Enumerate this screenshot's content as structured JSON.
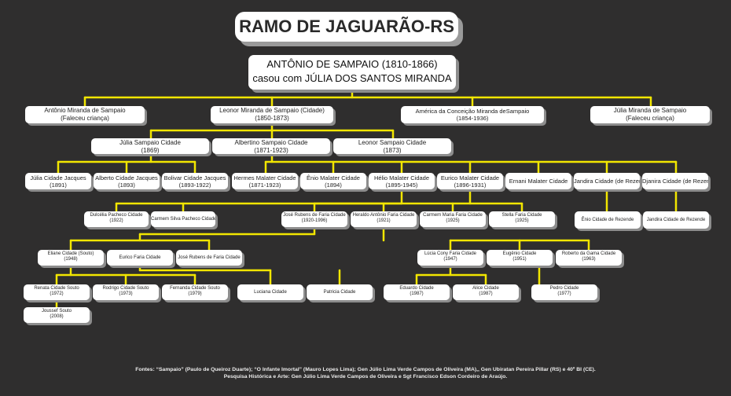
{
  "title": "RAMO DE JAGUARÃO-RS",
  "root": {
    "line1": "ANTÔNIO DE SAMPAIO (1810-1866)",
    "line2": "casou com JÚLIA DOS SANTOS MIRANDA"
  },
  "persons": {
    "antonio_miranda": {
      "name": "Antônio Miranda de Sampaio",
      "note": "(Faleceu criança)"
    },
    "leonor_miranda": {
      "name": "Leonor Miranda de Sampaio (Cidade)",
      "note": "(1850-1873)"
    },
    "america": {
      "name": "América da Conceição Miranda deSampaio",
      "note": "(1854-1936)"
    },
    "julia_miranda": {
      "name": "Júlia Miranda de Sampaio",
      "note": "(Faleceu criança)"
    },
    "julia_sampaio_cidade": {
      "name": "Júlia Sampaio Cidade",
      "note": "(1869)"
    },
    "albertino": {
      "name": "Albertino Sampaio Cidade",
      "note": "(1871-1923)"
    },
    "leonor_sampaio_cidade": {
      "name": "Leonor Sampaio Cidade",
      "note": "(1873)"
    },
    "julia_cidade_jacques": {
      "name": "Júlia Cidade Jacques",
      "note": "(1891)"
    },
    "alberto": {
      "name": "Alberto Cidade Jacques",
      "note": "(1893)"
    },
    "bolivar": {
      "name": "Bolivar Cidade Jacques",
      "note": "(1893-1922)"
    },
    "hermes": {
      "name": "Hermes Malater Cidade",
      "note": "(1871-1923)"
    },
    "enio_malater": {
      "name": "Ênio Malater Cidade",
      "note": "(1894)"
    },
    "helio": {
      "name": "Hélio Malater Cidade",
      "note": "(1895-1945)"
    },
    "eurico_malater": {
      "name": "Eurico Malater Cidade",
      "note": "(1896-1931)"
    },
    "ernani": {
      "name": "Ernani Malater Cidade",
      "note": ""
    },
    "jandira_rezende": {
      "name": "Jandira Cidade (de Rezende)",
      "note": ""
    },
    "djanira": {
      "name": "Djanira Cidade (de Rezende)",
      "note": ""
    },
    "dulcelia": {
      "name": "Dulcélia Pacheco Cidade",
      "note": "(1922)"
    },
    "carmem_silva": {
      "name": "Carmem Silva Pacheco Cidade (Furtado)",
      "note": ""
    },
    "jose_rubens_faria": {
      "name": "José Rubens de Faria Cidade",
      "note": "(1920-1996)"
    },
    "heraldo": {
      "name": "Heraldo Antônio Faria Cidade",
      "note": "(1921)"
    },
    "carmem_maria": {
      "name": "Carmem Maria Faria Cidade",
      "note": "(1925)"
    },
    "stella": {
      "name": "Stella Faria Cidade",
      "note": "(1925)"
    },
    "enio_rezende": {
      "name": "Ênio Cidade de Rezende",
      "note": ""
    },
    "jandira_cidade_rezende": {
      "name": "Jandira Cidade de Rezende",
      "note": ""
    },
    "eliane": {
      "name": "Eliane Cidade (Souto)",
      "note": "(1948)"
    },
    "eurico_faria": {
      "name": "Eurico Faria Cidade",
      "note": ""
    },
    "jose_rubens_faria_2": {
      "name": "José Rubens de Faria Cidade",
      "note": ""
    },
    "lucia": {
      "name": "Lúcia Cony Faria Cidade",
      "note": "(1947)"
    },
    "eugenio": {
      "name": "Eugênio Cidade",
      "note": "(1951)"
    },
    "roberto": {
      "name": "Roberto da Gama Cidade",
      "note": "(1963)"
    },
    "renata": {
      "name": "Renata Cidade Souto",
      "note": "(1972)"
    },
    "rodrigo": {
      "name": "Rodrigo  Cidade Souto",
      "note": "(1973)"
    },
    "fernanda": {
      "name": "Fernanda Cidade Souto",
      "note": "(1979)"
    },
    "luciana": {
      "name": "Luciana Cidade",
      "note": ""
    },
    "patricia": {
      "name": "Patricia Cidade",
      "note": ""
    },
    "eduardo": {
      "name": "Eduardo Cidade",
      "note": "(1987)"
    },
    "alice": {
      "name": "Alice Cidade",
      "note": "(1987)"
    },
    "pedro": {
      "name": "Pedro Cidade",
      "note": "(1977)"
    },
    "joussef": {
      "name": "Joussef Souto",
      "note": "(2008)"
    }
  },
  "footer": {
    "line1": "Fontes: “Sampaio” (Paulo de Queiroz Duarte); “O Infante Imortal” (Mauro Lopes Lima); Gen Júlio Lima Verde Campos de Oliveira (MA),, Gen Ubiratan Pereira Pillar (RS) e 40º BI (CE).",
    "line2": "Pesquisa Histórica e Arte: Gen Júlio Lima Verde Campos de Oliveira e Sgt Francisco Edson Cordeiro de Araújo."
  },
  "colors": {
    "background": "#2f2e2e",
    "connector": "#f2e600",
    "box": "#ffffff",
    "shadow": "#8d8d8d"
  }
}
